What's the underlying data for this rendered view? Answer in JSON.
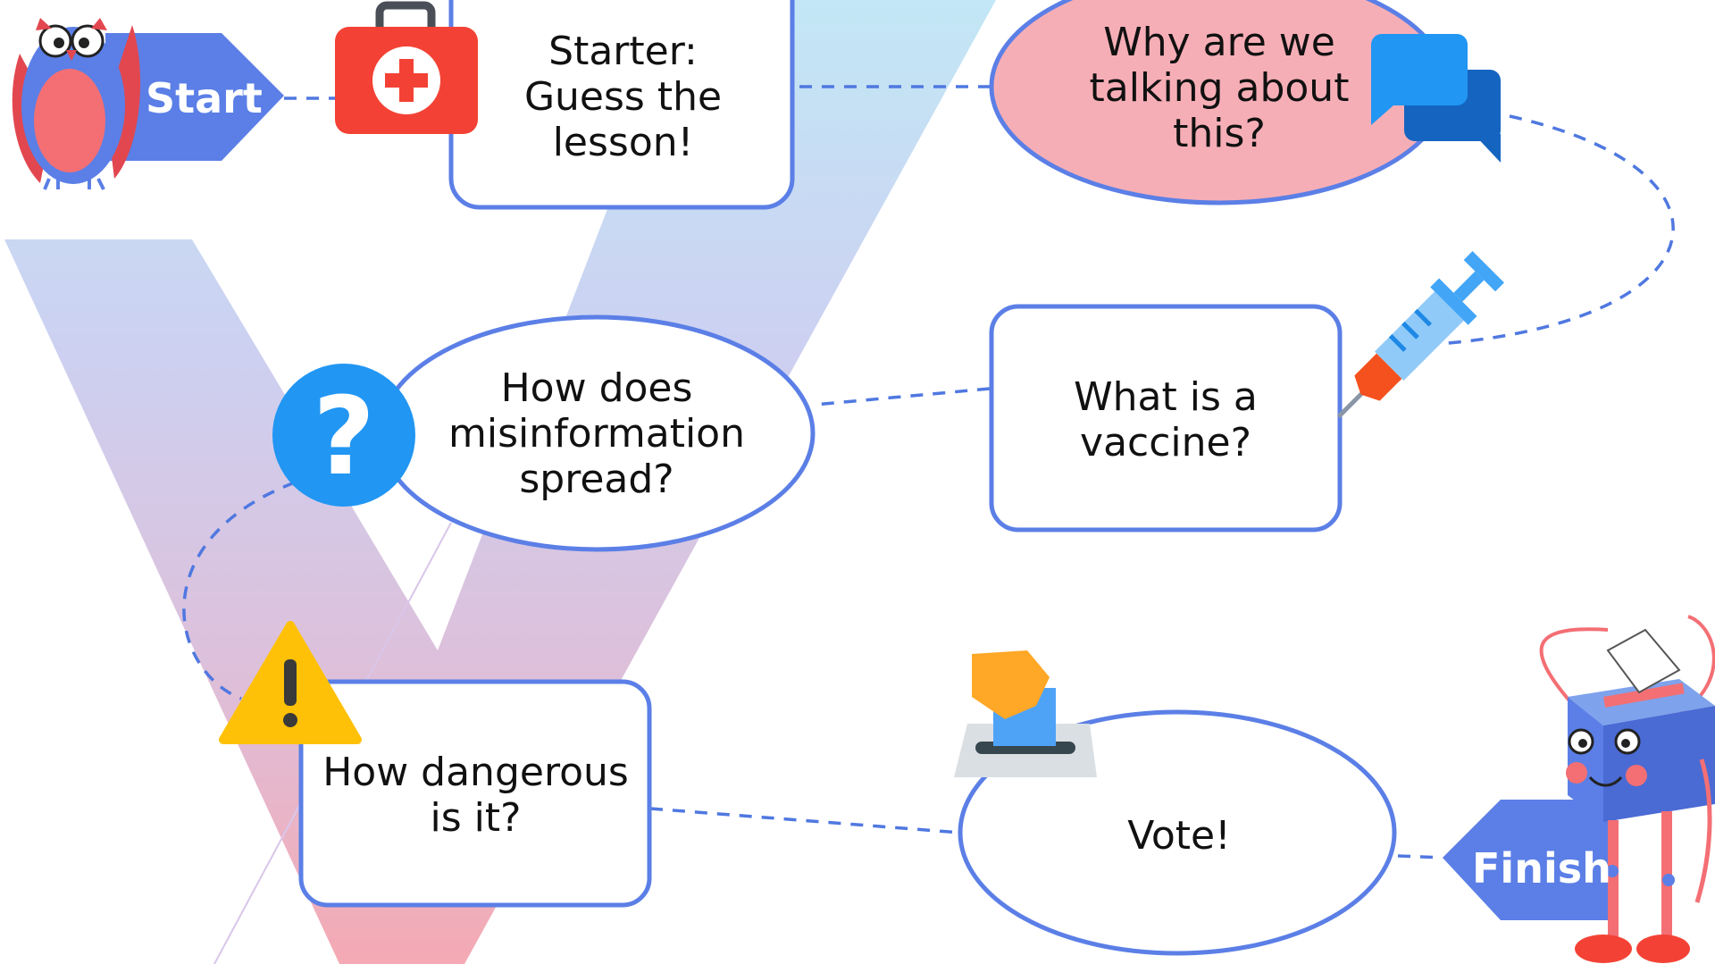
{
  "diagram": {
    "start_label": "Start",
    "finish_label": "Finish",
    "steps": [
      {
        "text": "Starter: Guess the lesson!",
        "shape": "rounded-rect",
        "icon": "first-aid-kit-icon"
      },
      {
        "text": "Why are we talking about this?",
        "shape": "ellipse",
        "icon": "speech-bubbles-icon"
      },
      {
        "text": "What is a vaccine?",
        "shape": "rounded-rect",
        "icon": "syringe-icon"
      },
      {
        "text": "How does misinformation spread?",
        "shape": "ellipse",
        "icon": "question-mark-icon"
      },
      {
        "text": "How dangerous is it?",
        "shape": "rounded-rect",
        "icon": "warning-icon"
      },
      {
        "text": "Vote!",
        "shape": "ellipse",
        "icon": "ballot-box-icon"
      }
    ]
  },
  "colors": {
    "accent": "#5b7fe6",
    "node_border": "#5b7fe6",
    "highlight_fill": "#f6aeb6",
    "dash": "#4f78e0"
  },
  "mascots": {
    "start": "owl-mascot",
    "finish": "ballot-box-mascot"
  }
}
